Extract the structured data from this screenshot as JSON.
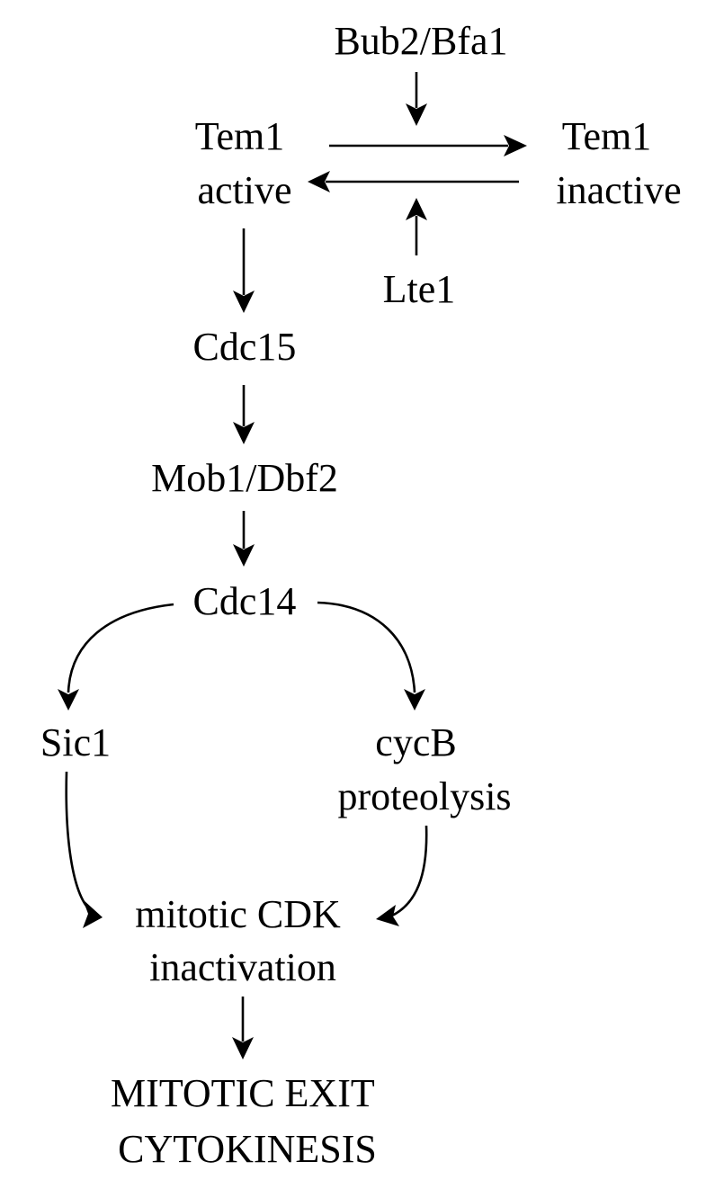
{
  "nodes": {
    "bub2_bfa1": "Bub2/Bfa1",
    "tem1_active": [
      "Tem1",
      "active"
    ],
    "tem1_inactive": [
      "Tem1",
      "inactive"
    ],
    "lte1": "Lte1",
    "cdc15": "Cdc15",
    "mob1_dbf2": "Mob1/Dbf2",
    "cdc14": "Cdc14",
    "sic1": "Sic1",
    "cycb_proteolysis": [
      "cycB",
      "proteolysis"
    ],
    "mitotic_cdk_inactivation": [
      "mitotic CDK",
      "inactivation"
    ],
    "mitotic_exit": [
      "MITOTIC EXIT",
      "CYTOKINESIS"
    ]
  },
  "edges": [
    {
      "from": "bub2_bfa1",
      "to": "tem1-forward-reaction"
    },
    {
      "from": "tem1_active",
      "to": "tem1_inactive"
    },
    {
      "from": "tem1_inactive",
      "to": "tem1_active"
    },
    {
      "from": "lte1",
      "to": "tem1-reverse-reaction"
    },
    {
      "from": "tem1_active",
      "to": "cdc15"
    },
    {
      "from": "cdc15",
      "to": "mob1_dbf2"
    },
    {
      "from": "mob1_dbf2",
      "to": "cdc14"
    },
    {
      "from": "cdc14",
      "to": "sic1"
    },
    {
      "from": "cdc14",
      "to": "cycb_proteolysis"
    },
    {
      "from": "sic1",
      "to": "mitotic_cdk_inactivation"
    },
    {
      "from": "cycb_proteolysis",
      "to": "mitotic_cdk_inactivation"
    },
    {
      "from": "mitotic_cdk_inactivation",
      "to": "mitotic_exit"
    }
  ]
}
